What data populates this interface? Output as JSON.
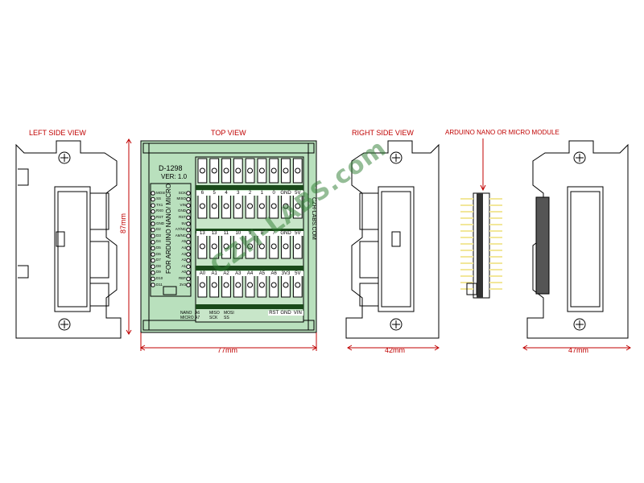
{
  "views": {
    "left": "LEFT SIDE VIEW",
    "top": "TOP VIEW",
    "right": "RIGHT SIDE VIEW",
    "module": "ARDUINO NANO OR MICRO MODULE"
  },
  "dimensions": {
    "height": "87mm",
    "width_top": "77mm",
    "width_right": "42mm",
    "width_module": "47mm"
  },
  "board": {
    "model": "D-1298",
    "version": "VER: 1.0",
    "vertical_text": "FOR ARDUINO NANO/ MICRO",
    "website": "CZH-LABS.COM"
  },
  "terminals": {
    "row1": [
      "6",
      "5",
      "4",
      "3",
      "2",
      "1",
      "0",
      "GND",
      "5V"
    ],
    "row2": [
      "13",
      "13",
      "11",
      "10",
      "9",
      "8",
      "7",
      "GND",
      "5V"
    ],
    "row3": [
      "A0",
      "A1",
      "A2",
      "A3",
      "A4",
      "A5",
      "A6",
      "3V3",
      "5V"
    ],
    "row4": [
      "",
      "",
      "",
      "",
      "",
      "",
      "RST",
      "GND",
      "VIN"
    ]
  },
  "left_pins": [
    "MOSI",
    "SS",
    "TX1",
    "RX0",
    "RST",
    "GND",
    "D2",
    "D3",
    "D4",
    "D5",
    "D6",
    "D7",
    "D8",
    "D9",
    "D10",
    "D11"
  ],
  "right_pins": [
    "SCK",
    "MISO",
    "VIN",
    "GND",
    "RST",
    "5V",
    "A7/NC",
    "A6/NC",
    "A5",
    "A4",
    "A3",
    "A2",
    "A1",
    "A0",
    "REF",
    "3V3"
  ],
  "bottom_labels": [
    "NANO",
    "MICRO",
    "A6",
    "A7",
    "MISO",
    "SCK",
    "MOSI",
    "SS"
  ],
  "watermark": "CZH-LABS.com",
  "colors": {
    "dimension": "#c00000",
    "board": "#b9e0bd",
    "terminal_bar": "#1a4a1a",
    "pin_header": "#f2e79a"
  }
}
